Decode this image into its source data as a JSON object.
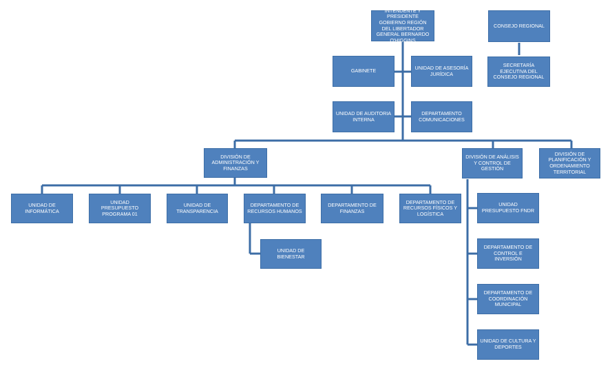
{
  "org": {
    "intendente": "INTENDENTE Y PRESIDENTE GOBIERNO REGIÓN DEL LIBERTADOR GENERAL BERNARDO O'HIGGINS",
    "consejo": "CONSEJO REGIONAL",
    "secretaria": "SECRETARÍA EJECUTIVA DEL CONSEJO REGIONAL",
    "gabinete": "GABINETE",
    "asesoria": "UNIDAD DE ASESORÍA JURÍDICA",
    "auditoria": "UNIDAD DE AUDITORIA INTERNA",
    "comunicaciones": "DEPARTAMENTO COMUNICACIONES",
    "div_admin": "DIVISIÓN DE ADMINISTRACIÓN Y FINANZAS",
    "div_analisis": "DIVISIÓN DE ANÁLISIS Y CONTROL DE GESTIÓN",
    "div_planificacion": "DIVISIÓN DE PLANIFICACIÓN Y ORDENAMIENTO TERRITORIAL",
    "informatica": "UNIDAD DE INFORMÁTICA",
    "presupuesto_01": "UNIDAD PRESUPUESTO PROGRAMA 01",
    "transparencia": "UNIDAD DE TRANSPARENCIA",
    "rrhh": "DEPARTAMENTO DE RECURSOS HUMANOS",
    "finanzas": "DEPARTAMENTO DE FINANZAS",
    "recursos_fisicos": "DEPARTAMENTO DE RECURSOS FÍSICOS Y LOGÍSTICA",
    "bienestar": "UNIDAD DE BIENESTAR",
    "presupuesto_fndr": "UNIDAD PRESUPUESTO FNDR",
    "control_inversion": "DEPARTAMENTO DE CONTROL E INVERSIÓN",
    "coordinacion": "DEPARTAMENTO DE COORDINACIÓN MUNICIPAL",
    "cultura": "UNIDAD DE CULTURA Y DEPORTES"
  },
  "colors": {
    "box": "#4f81bd",
    "line": "#3c6da6",
    "text": "#ffffff"
  }
}
